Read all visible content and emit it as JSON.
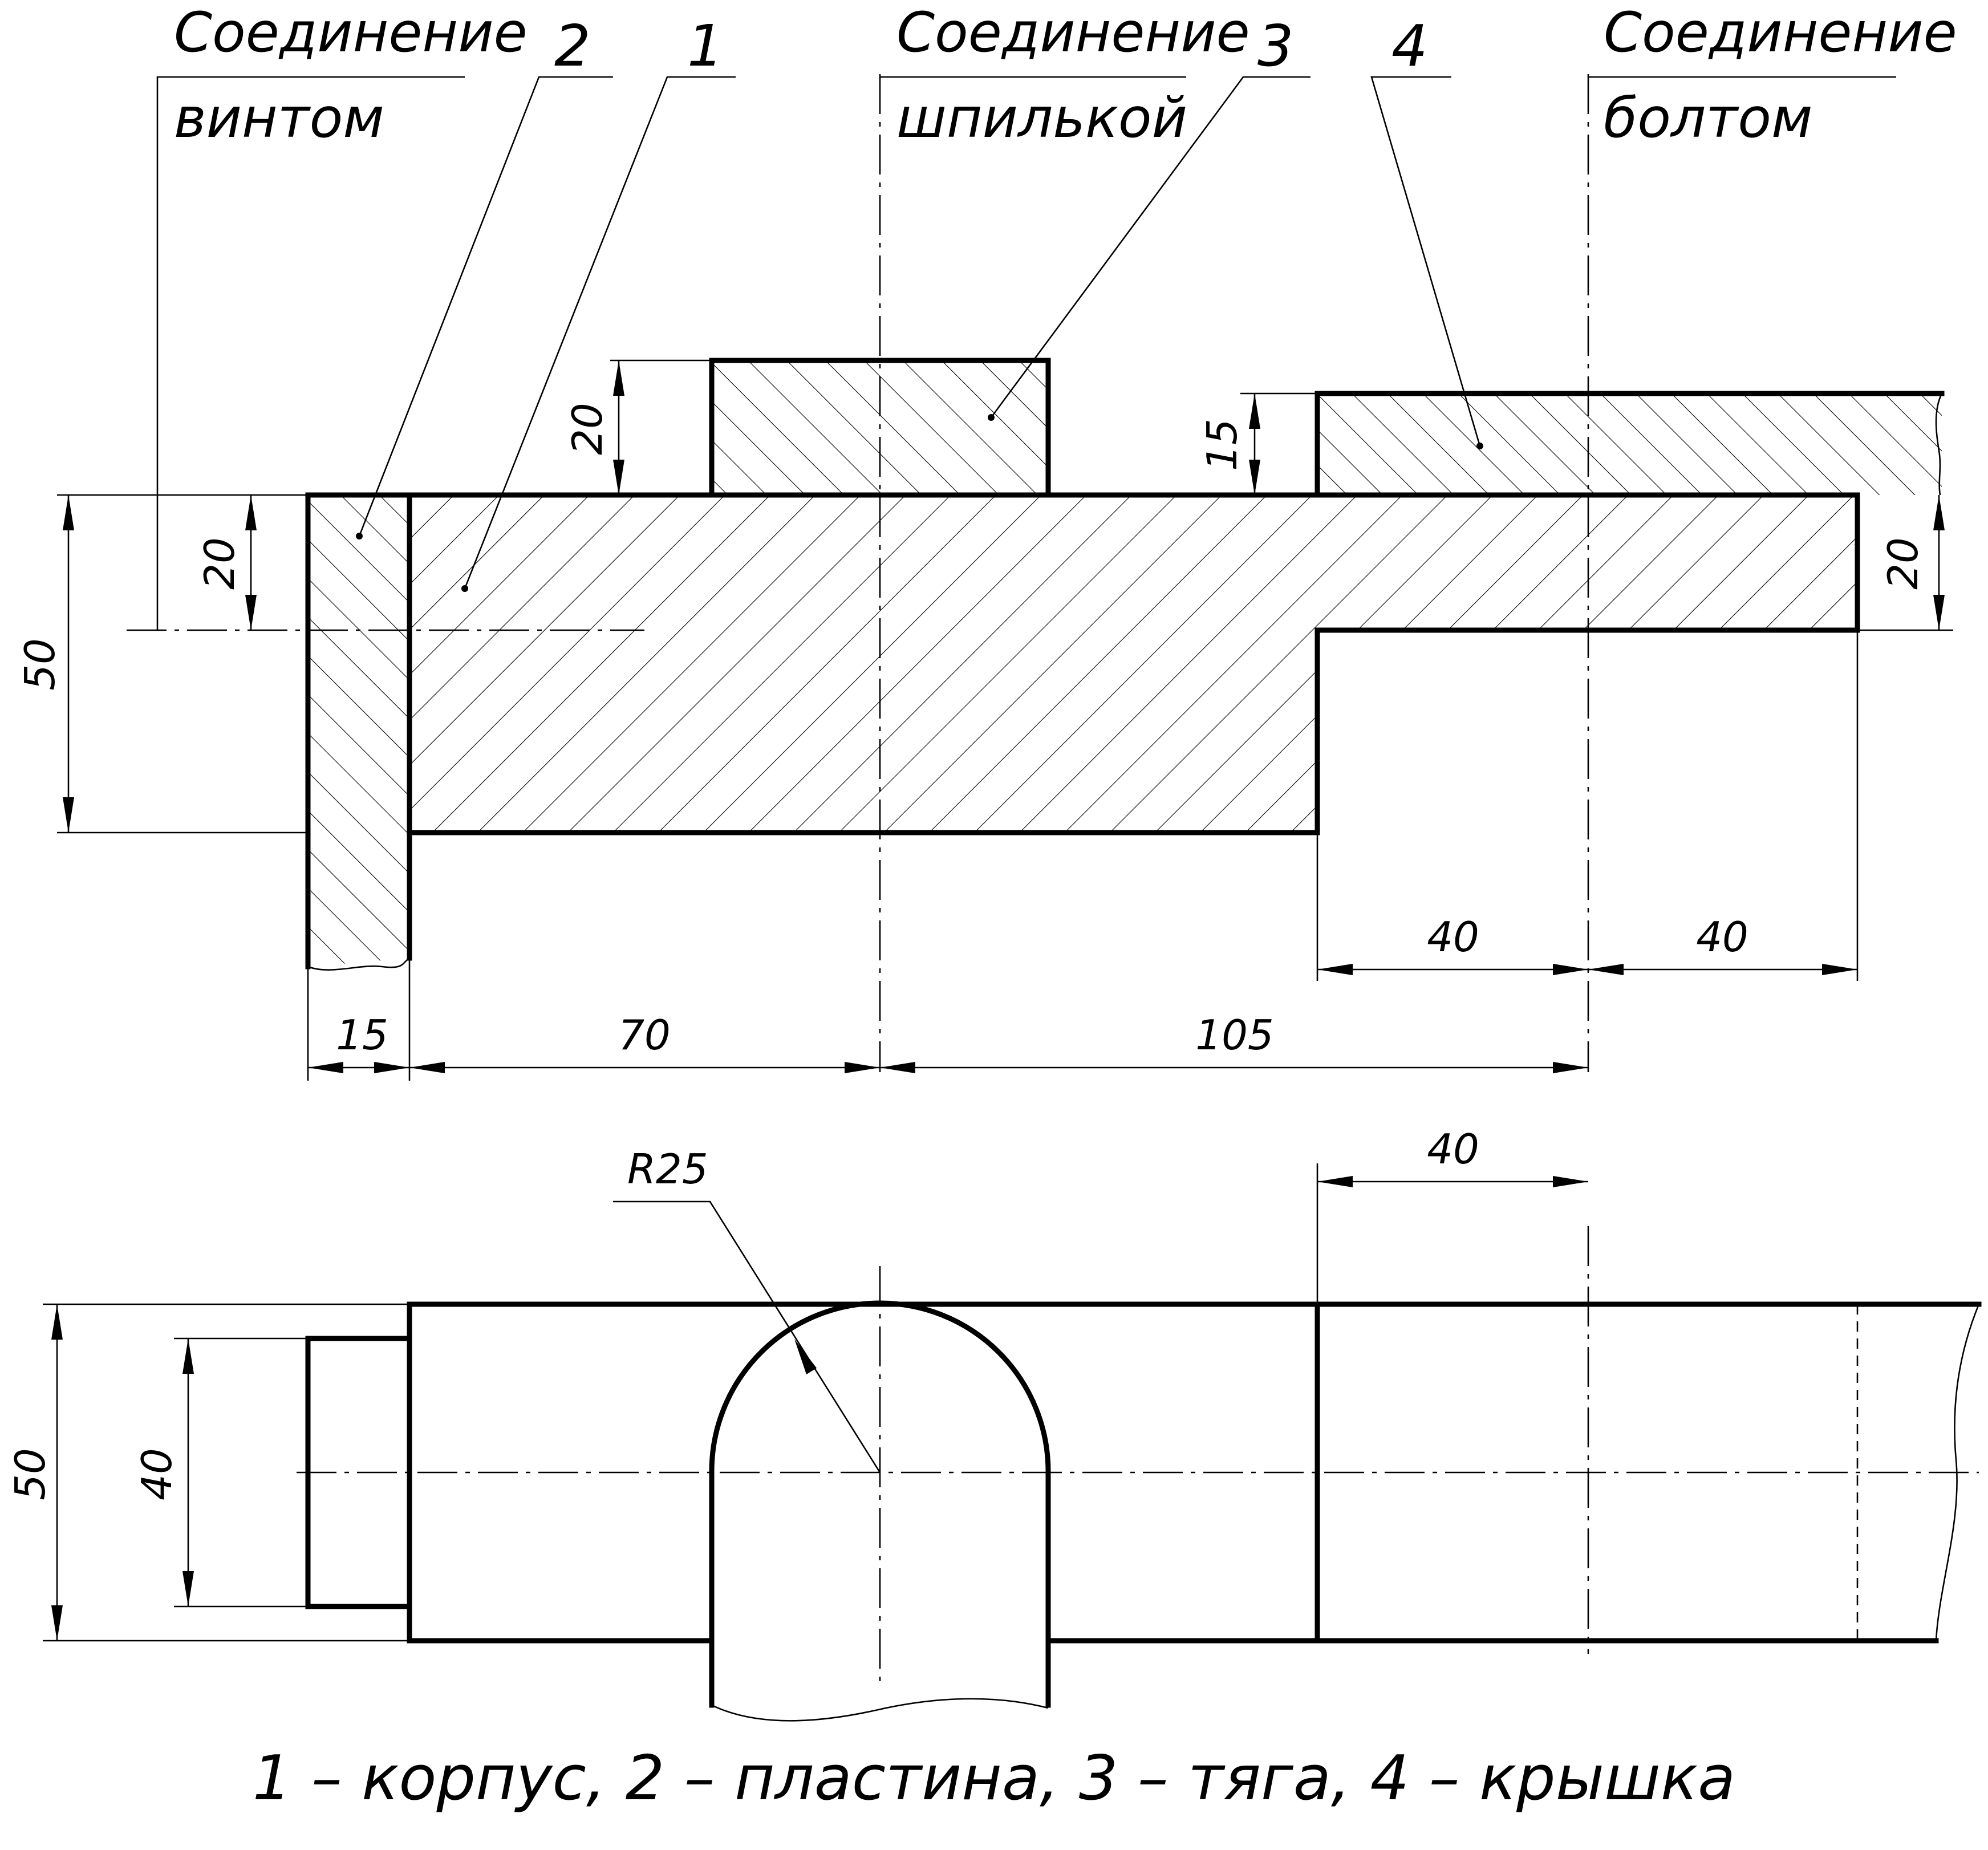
{
  "labels": {
    "screw_l1": "Соединение",
    "screw_l2": "винтом",
    "stud_l1": "Соединение",
    "stud_l2": "шпилькой",
    "bolt_l1": "Соединение",
    "bolt_l2": "болтом",
    "pos1": "1",
    "pos2": "2",
    "pos3": "3",
    "pos4": "4"
  },
  "dimensions": {
    "front_total_height": "50",
    "left_step_height": "20",
    "link_height": "20",
    "cover_height": "15",
    "right_step_height": "20",
    "plate_width": "15",
    "to_stud_axis": "70",
    "to_bolt_axis": "105",
    "step_to_bolt": "40",
    "bolt_to_end": "40",
    "top_step_to_bolt": "40",
    "radius": "R25",
    "top_total_height": "50",
    "plate_top_height": "40"
  },
  "caption": "1 – корпус, 2 – пластина, 3 – тяга, 4 – крышка",
  "colors": {
    "line": "#000000",
    "background": "#ffffff"
  }
}
